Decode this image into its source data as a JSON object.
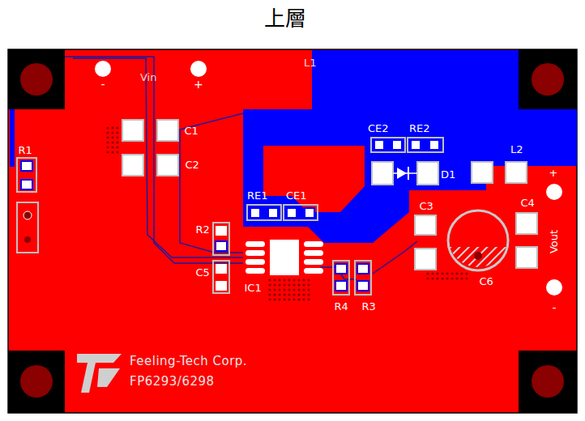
{
  "diagram": {
    "title": "上層",
    "labels": [
      "L1",
      "-",
      "Vin",
      "+",
      "C1",
      "C2",
      "R1",
      "CE2",
      "RE2",
      "D1",
      "L2",
      "+",
      "C4",
      "RE1",
      "CE1",
      "R2",
      "C5",
      "IC1",
      "C3",
      "C6",
      "R4",
      "R3",
      "Vout",
      "-",
      "Feeling-Tech Corp.",
      "FP6293/6298"
    ]
  }
}
